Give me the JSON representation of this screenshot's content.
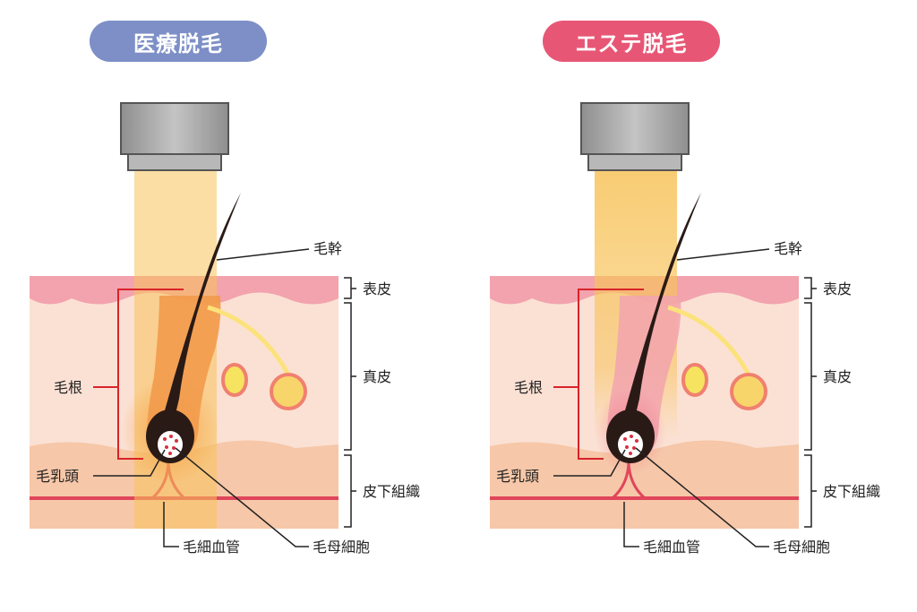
{
  "panels": [
    {
      "title": "医療脱毛",
      "labels": {
        "hair_shaft": "毛幹",
        "epidermis": "表皮",
        "dermis": "真皮",
        "subcutaneous": "皮下組織",
        "hair_root": "毛根",
        "papilla": "毛乳頭",
        "capillary": "毛細血管",
        "matrix_cell": "毛母細胞"
      }
    },
    {
      "title": "エステ脱毛",
      "labels": {
        "hair_shaft": "毛幹",
        "epidermis": "表皮",
        "dermis": "真皮",
        "subcutaneous": "皮下組織",
        "hair_root": "毛根",
        "papilla": "毛乳頭",
        "capillary": "毛細血管",
        "matrix_cell": "毛母細胞"
      }
    }
  ],
  "colors": {
    "left_title_bg": "#7d8fc6",
    "right_title_bg": "#e75775",
    "epidermis": "#f2a3ae",
    "dermis": "#fbe1d4",
    "subcutaneous": "#f6c7a8",
    "beam": "#f7c35a",
    "hair": "#2a1a16",
    "vessel": "#e0455b",
    "bracket_red": "#d8232a"
  }
}
